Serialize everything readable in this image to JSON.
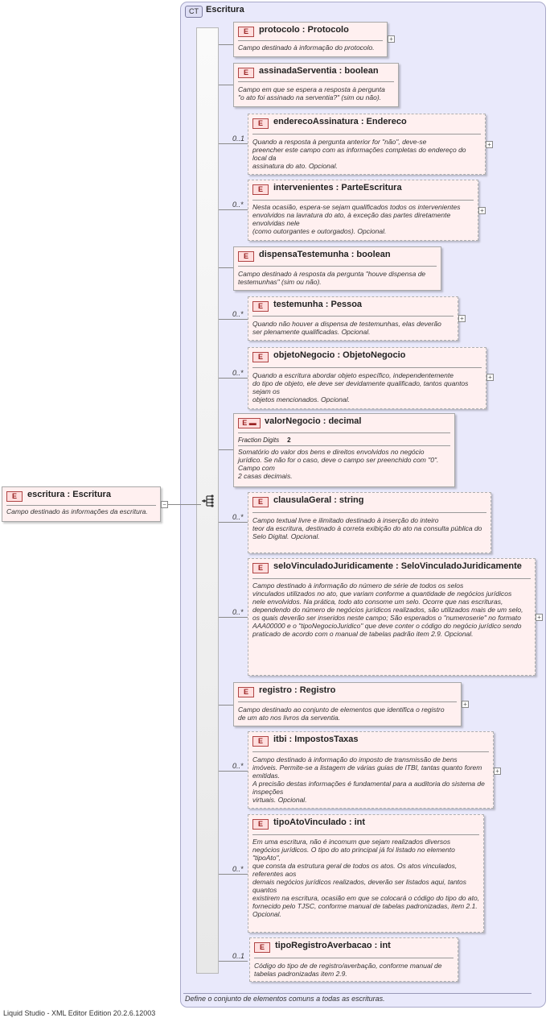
{
  "complex_type": {
    "badge": "CT",
    "name": "Escritura",
    "documentation": "Define o conjunto de elementos comuns a todas as escrituras."
  },
  "root": {
    "badge": "E",
    "title": "escritura : Escritura",
    "desc": "Campo destinado às informações da escritura."
  },
  "elements": [
    {
      "badge": "E",
      "title": "protocolo : Protocolo",
      "card": "",
      "desc": "Campo destinado à informação do protocolo."
    },
    {
      "badge": "E",
      "title": "assinadaServentia : boolean",
      "card": "",
      "desc": "Campo em que se espera a resposta à pergunta\n\"o ato foi assinado na serventia?\" (sim ou não)."
    },
    {
      "badge": "E",
      "title": "enderecoAssinatura : Endereco",
      "card": "0..1",
      "desc": "Quando a resposta à pergunta anterior for \"não\", deve-se\npreencher este campo com as informações completas do endereço do local da\nassinatura do ato. Opcional."
    },
    {
      "badge": "E",
      "title": "intervenientes : ParteEscritura",
      "card": "0..*",
      "desc": "Nesta ocasião, espera-se sejam qualificados todos os intervenientes\nenvolvidos na lavratura do ato, à exceção das partes diretamente envolvidas nele\n(como outorgantes e outorgados). Opcional."
    },
    {
      "badge": "E",
      "title": "dispensaTestemunha : boolean",
      "card": "",
      "desc": "Campo destinado à resposta da pergunta \"houve dispensa de\ntestemunhas\" (sim ou não)."
    },
    {
      "badge": "E",
      "title": "testemunha : Pessoa",
      "card": "0..*",
      "desc": "Quando não houver a dispensa de testemunhas, elas deverão\nser plenamente qualificadas. Opcional."
    },
    {
      "badge": "E",
      "title": "objetoNegocio : ObjetoNegocio",
      "card": "0..*",
      "desc": "Quando a escritura abordar objeto específico, independentemente\ndo tipo de objeto, ele deve ser devidamente qualificado, tantos quantos sejam os\nobjetos mencionados. Opcional."
    },
    {
      "badge": "E",
      "title": "valorNegocio : decimal",
      "card": "",
      "facet_label": "Fraction Digits",
      "facet_value": "2",
      "desc": "Somatório do valor dos bens e direitos envolvidos no negócio\njurídico. Se não for o caso, deve o campo ser preenchido com \"0\". Campo com\n2 casas decimais."
    },
    {
      "badge": "E",
      "title": "clausulaGeral : string",
      "card": "0..*",
      "desc": "Campo textual livre e ilimitado destinado à inserção do inteiro\nteor da escritura, destinado à correta exibição do ato na consulta pública do\nSelo Digital. Opcional."
    },
    {
      "badge": "E",
      "title": "seloVinculadoJuridicamente : SeloVinculadoJuridicamente",
      "card": "0..*",
      "desc": "Campo destinado à informação do número de série de todos os selos\nvinculados utilizados no ato, que variam conforme a quantidade de negócios jurídicos\nnele envolvidos. Na prática, todo ato consome um selo. Ocorre que nas escrituras,\ndependendo do número de negócios jurídicos realizados, são utilizados mais de um selo,\nos quais deverão ser inseridos neste campo; São esperados o \"numeroserie\" no formato\nAAA00000 e o \"tipoNegocioJuridico\" que deve conter o código do negócio jurídico sendo\npraticado de acordo com o manual de tabelas padrão item 2.9. Opcional."
    },
    {
      "badge": "E",
      "title": "registro  : Registro",
      "card": "",
      "desc": "Campo destinado ao conjunto de elementos que identifica o registro\nde um ato nos livros da serventia."
    },
    {
      "badge": "E",
      "title": "itbi          : ImpostosTaxas",
      "card": "0..*",
      "desc": "Campo destinado à informação do imposto de transmissão de bens\nimóveis. Permite-se a listagem de várias guias de ITBI, tantas quanto forem emitidas.\nA precisão destas informações é fundamental para a auditoria do sistema de inspeções\nvirtuais. Opcional."
    },
    {
      "badge": "E",
      "title": "tipoAtoVinculado : int",
      "card": "0..*",
      "desc": "Em uma escritura, não é incomum que sejam realizados diversos\nnegócios jurídicos. O tipo do ato principal já foi listado no elemento \"tipoAto\",\nque consta da estrutura geral de todos os atos. Os atos vinculados, referentes aos\ndemais negócios jurídicos realizados, deverão ser listados aqui, tantos quantos\nexistirem na escritura, ocasião em que se colocará o código do tipo do ato,\nfornecido pelo TJSC, conforme manual de tabelas padronizadas, item 2.1. Opcional."
    },
    {
      "badge": "E",
      "title": "tipoRegistroAverbacao : int",
      "card": "0..1",
      "desc": "Código do tipo de de registro/averbação, conforme manual de\ntabelas padronizadas item 2.9."
    }
  ],
  "footer": "Liquid Studio - XML Editor Edition 20.2.6.12003"
}
